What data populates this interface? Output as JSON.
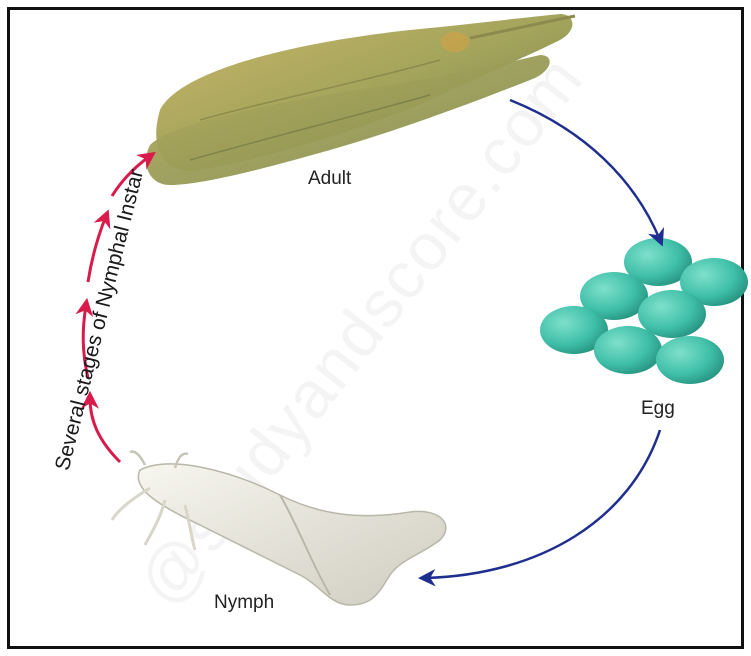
{
  "diagram": {
    "stages": {
      "adult": "Adult",
      "egg": "Egg",
      "nymph": "Nymph"
    },
    "instar_label": "Several stages of Nymphal Instar",
    "watermark": "@studyandscore.com"
  },
  "colors": {
    "cycle_arrow": "#1f2f8f",
    "instar_arrow": "#d81b4a",
    "egg_fill": "#3fbfa8",
    "adult_body": "#a3a25a",
    "nymph_body": "#ecebe2",
    "frame": "#111111"
  },
  "icons": [
    "adult-insect-icon",
    "eggs-cluster-icon",
    "nymph-insect-icon",
    "arrow-icon"
  ]
}
